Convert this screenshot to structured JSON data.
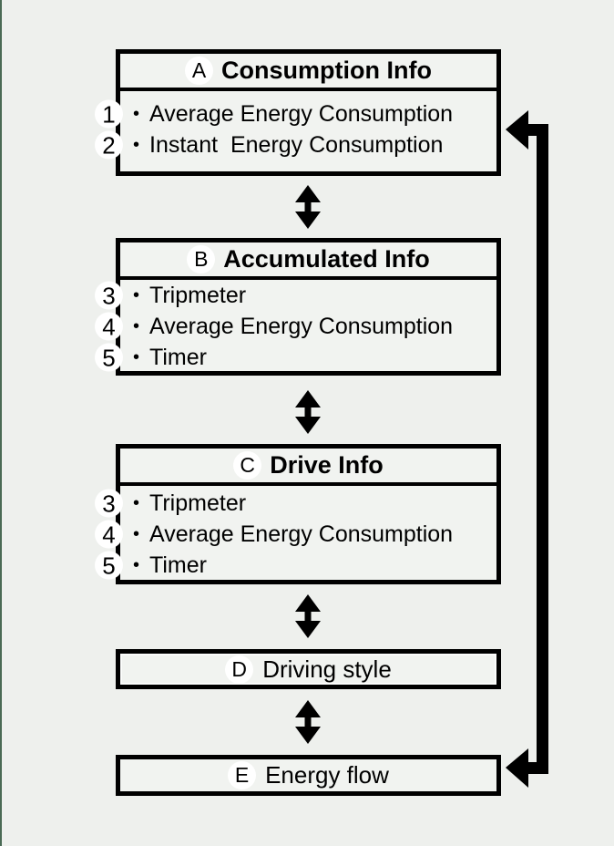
{
  "diagram": {
    "bullet": "•",
    "colors": {
      "background": "#eef0ed",
      "box_fill": "#f1f3f0",
      "line": "#000000",
      "badge_fill": "#ffffff",
      "edge_strip": "#4a6a55"
    },
    "boxes": [
      {
        "letter": "A",
        "title": "Consumption Info",
        "items": [
          {
            "num": "1",
            "label": "Average Energy Consumption"
          },
          {
            "num": "2",
            "label": "Instant  Energy Consumption"
          }
        ]
      },
      {
        "letter": "B",
        "title": "Accumulated Info",
        "items": [
          {
            "num": "3",
            "label": "Tripmeter"
          },
          {
            "num": "4",
            "label": "Average Energy Consumption"
          },
          {
            "num": "5",
            "label": "Timer"
          }
        ]
      },
      {
        "letter": "C",
        "title": "Drive Info",
        "items": [
          {
            "num": "3",
            "label": "Tripmeter"
          },
          {
            "num": "4",
            "label": "Average Energy Consumption"
          },
          {
            "num": "5",
            "label": "Timer"
          }
        ]
      },
      {
        "letter": "D",
        "title": "Driving style",
        "items": []
      },
      {
        "letter": "E",
        "title": "Energy flow",
        "items": []
      }
    ]
  }
}
